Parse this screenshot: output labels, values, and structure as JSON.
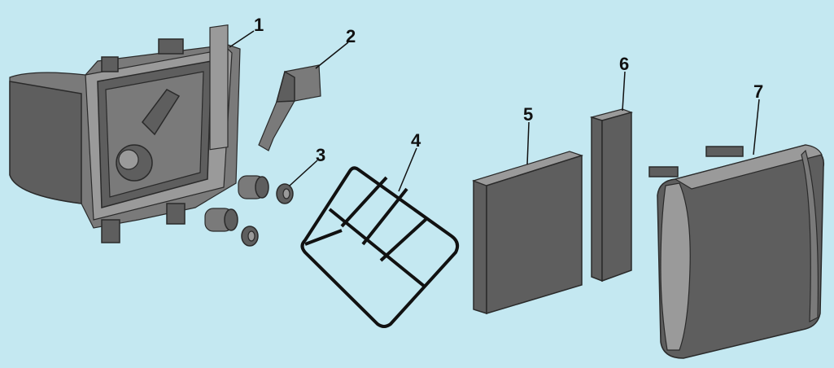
{
  "diagram": {
    "type": "exploded-parts-view",
    "colors": {
      "background": "#c4e8f1",
      "part": "#5e5e5e",
      "outline": "#2a2a2a"
    },
    "parts": [
      {
        "label": "1"
      },
      {
        "label": "2"
      },
      {
        "label": "3"
      },
      {
        "label": "4"
      },
      {
        "label": "5"
      },
      {
        "label": "6"
      },
      {
        "label": "7"
      }
    ]
  }
}
